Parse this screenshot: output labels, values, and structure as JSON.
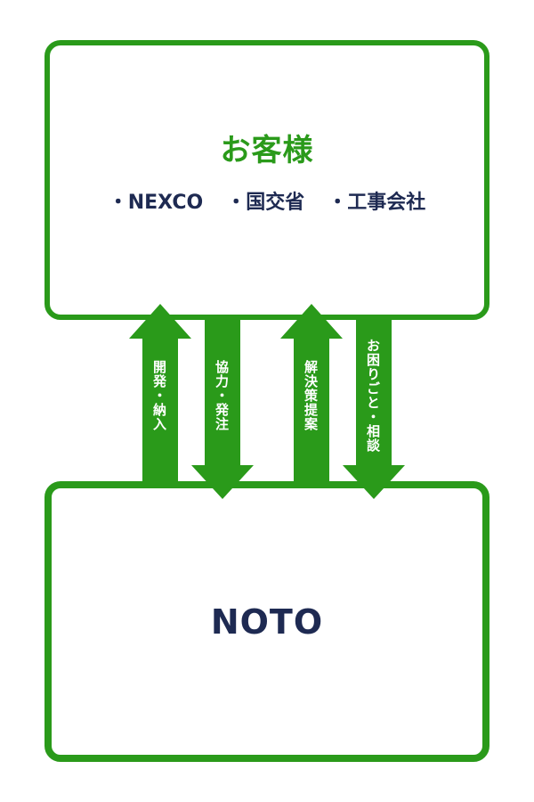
{
  "colors": {
    "green": "#2a9a1a",
    "navy": "#1e2a52",
    "background": "#ffffff",
    "arrow_text": "#ffffff"
  },
  "customer": {
    "title": "お客様",
    "items": [
      "NEXCO",
      "国交省",
      "工事会社"
    ]
  },
  "noto": {
    "title": "NOTO"
  },
  "arrows": [
    {
      "label": "開発・納入",
      "direction": "up"
    },
    {
      "label": "協力・発注",
      "direction": "down"
    },
    {
      "label": "解決策提案",
      "direction": "up"
    },
    {
      "label": "お困りごと・相談",
      "direction": "down"
    }
  ]
}
